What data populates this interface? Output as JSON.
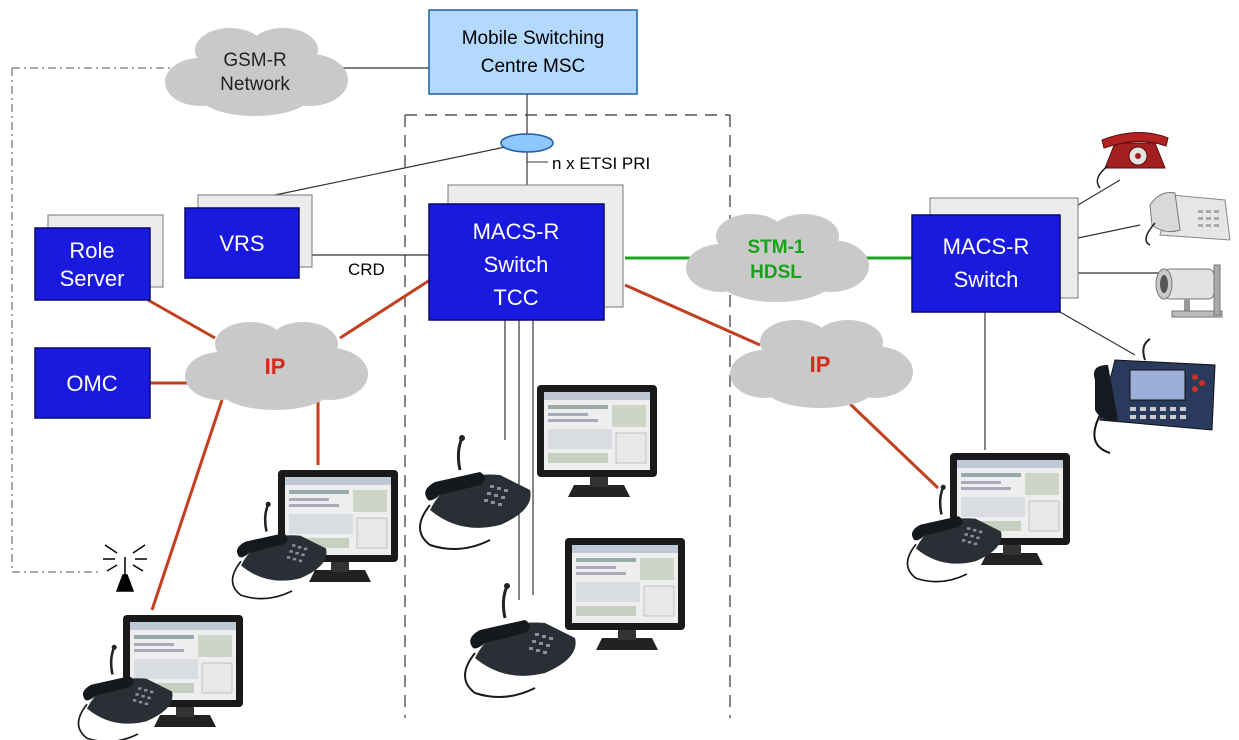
{
  "nodes": {
    "gsmr_cloud": {
      "line1": "GSM-R",
      "line2": "Network"
    },
    "msc": {
      "line1": "Mobile Switching",
      "line2": "Centre MSC"
    },
    "role_server": {
      "line1": "Role",
      "line2": "Server"
    },
    "vrs": {
      "label": "VRS"
    },
    "omc": {
      "label": "OMC"
    },
    "macs_tcc": {
      "line1": "MACS-R",
      "line2": "Switch",
      "line3": "TCC"
    },
    "macs_remote": {
      "line1": "MACS-R",
      "line2": "Switch"
    },
    "stm_cloud": {
      "line1": "STM-1",
      "line2": "HDSL"
    },
    "ip_cloud_left": {
      "label": "IP"
    },
    "ip_cloud_right": {
      "label": "IP"
    }
  },
  "labels": {
    "pri": "n x ETSI PRI",
    "crd": "CRD"
  },
  "colors": {
    "box_blue": "#1a1adf",
    "msc_fill": "#b3d9ff",
    "cloud_gray": "#c8c8c8",
    "ip_link": "#c0401f",
    "stm_link": "#1fa31f"
  },
  "icons": [
    "workstation-icon",
    "desk-phone-icon",
    "antenna-icon",
    "analog-phone-icon",
    "speaker-icon",
    "dispatcher-console-icon"
  ]
}
